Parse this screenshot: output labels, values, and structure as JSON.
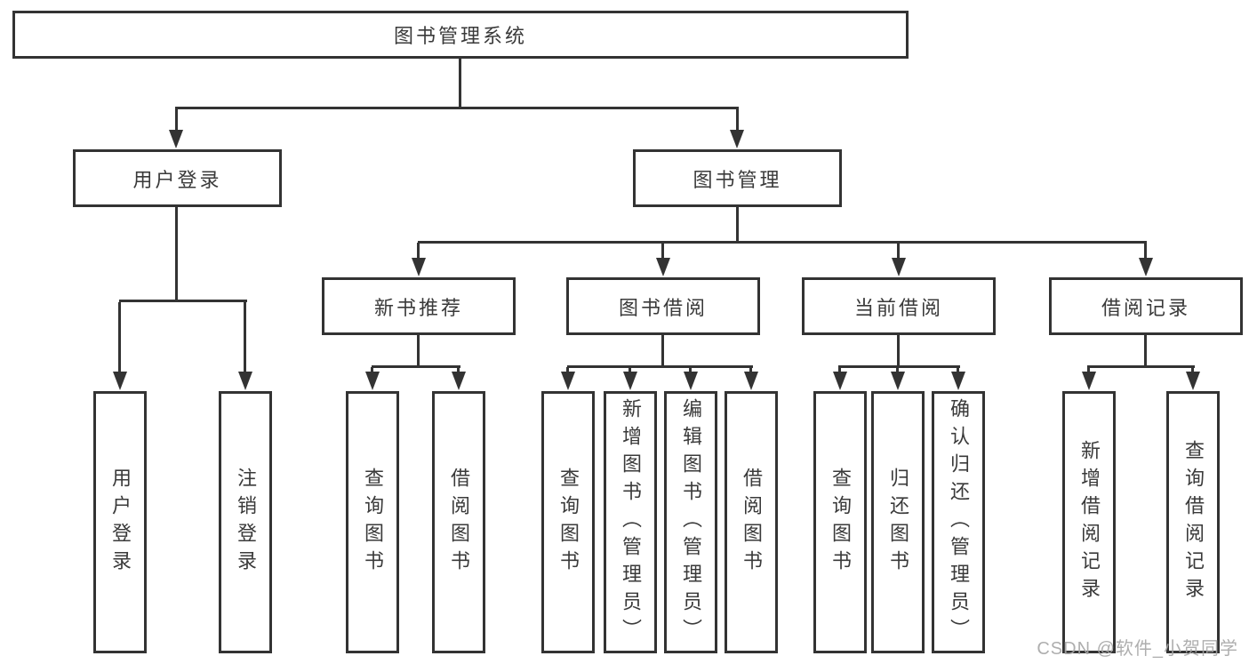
{
  "colors": {
    "line": "#333333",
    "text": "#3a3a3a",
    "watermark": "#a6a6a6"
  },
  "tree": {
    "label": "图书管理系统",
    "children": [
      {
        "label": "用户登录",
        "children": [
          {
            "label": "用户登录"
          },
          {
            "label": "注销登录"
          }
        ]
      },
      {
        "label": "图书管理",
        "children": [
          {
            "label": "新书推荐",
            "children": [
              {
                "label": "查询图书"
              },
              {
                "label": "借阅图书"
              }
            ]
          },
          {
            "label": "图书借阅",
            "children": [
              {
                "label": "查询图书"
              },
              {
                "label": "新增图书（管理员）"
              },
              {
                "label": "编辑图书（管理员）"
              },
              {
                "label": "借阅图书"
              }
            ]
          },
          {
            "label": "当前借阅",
            "children": [
              {
                "label": "查询图书"
              },
              {
                "label": "归还图书"
              },
              {
                "label": "确认归还（管理员）"
              }
            ]
          },
          {
            "label": "借阅记录",
            "children": [
              {
                "label": "新增借阅记录"
              },
              {
                "label": "查询借阅记录"
              }
            ]
          }
        ]
      }
    ]
  },
  "watermark": {
    "text": "CSDN @软件_小贺同学"
  }
}
